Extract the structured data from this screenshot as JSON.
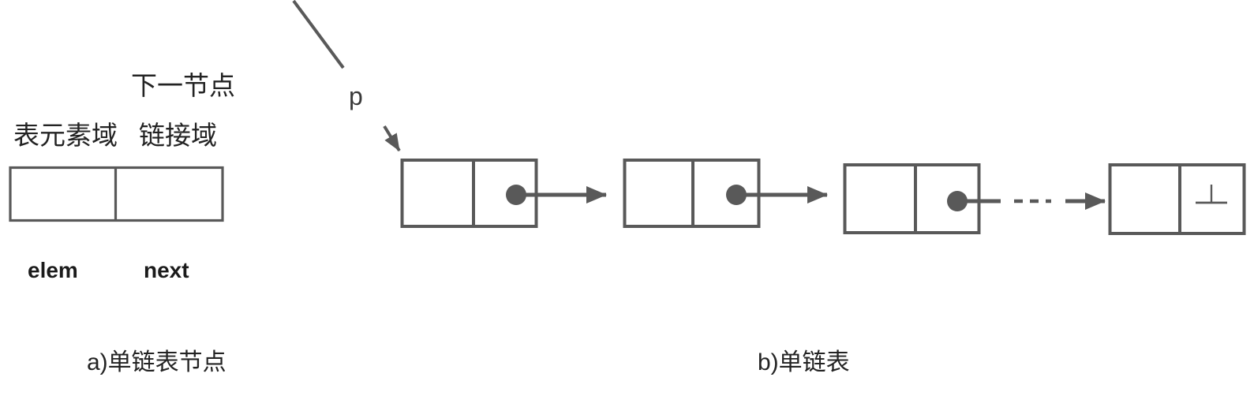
{
  "figure": {
    "title_a": "a)单链表节点",
    "title_b": "b)单链表",
    "stroke_color": "#595959",
    "text_color": "#232323"
  },
  "panel_a": {
    "annotation_next_node": "下一节点",
    "field_label_elem_domain": "表元素域",
    "field_label_link_domain": "链接域",
    "field_name_elem": "elem",
    "field_name_next": "next",
    "caption": "a)单链表节点",
    "node": {
      "cells": [
        {
          "name": "elem-cell",
          "value": ""
        },
        {
          "name": "next-cell",
          "value": ""
        }
      ]
    }
  },
  "panel_b": {
    "pointer_label": "p",
    "caption": "b)单链表",
    "null_symbol": "⊥",
    "nodes": [
      {
        "index": 1,
        "elem": "",
        "link": "pointer",
        "link_target": 2
      },
      {
        "index": 2,
        "elem": "",
        "link": "pointer",
        "link_target": 3
      },
      {
        "index": 3,
        "elem": "",
        "link": "pointer-dashed",
        "link_target": 4
      },
      {
        "index": 4,
        "elem": "",
        "link": "null"
      }
    ],
    "ellipsis_style": "dashed-line"
  }
}
